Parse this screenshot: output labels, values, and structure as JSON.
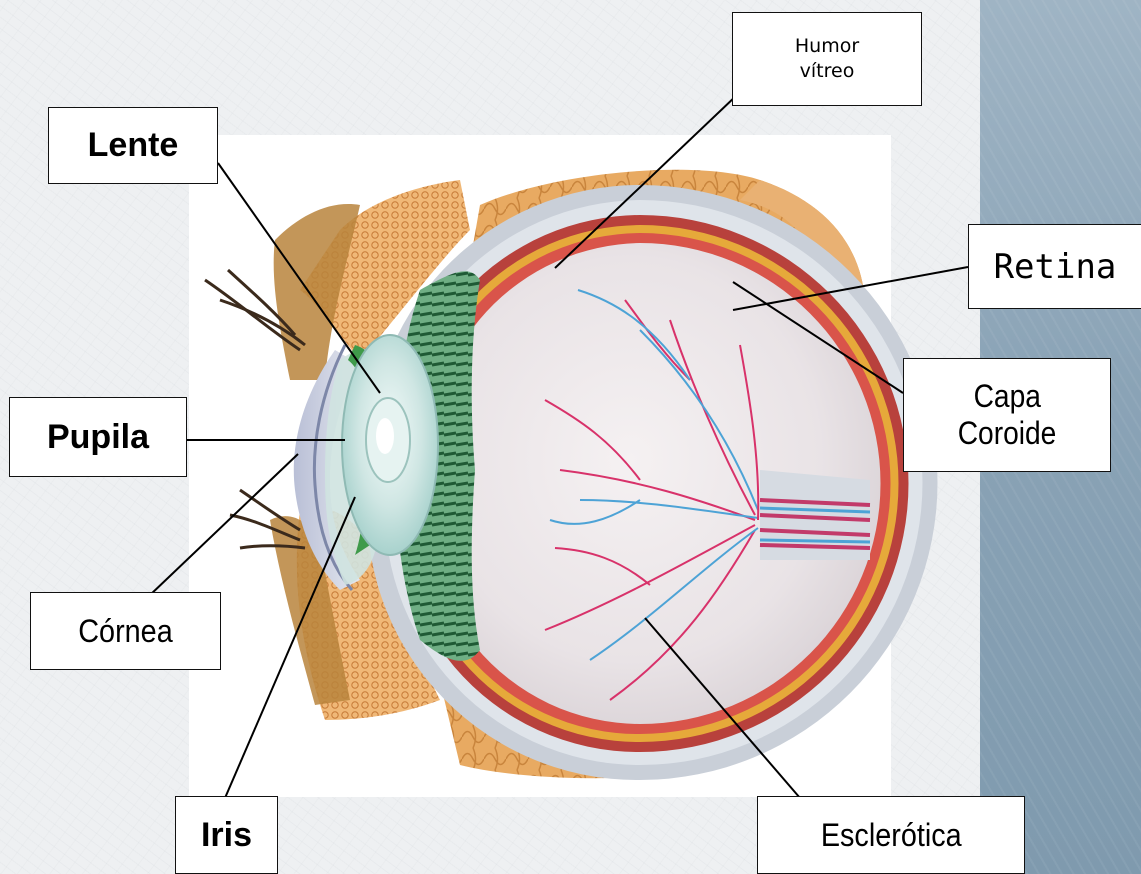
{
  "labels": {
    "humor_line1": "Humor",
    "humor_line2": "vítreo",
    "lente": "Lente",
    "retina": "Retina",
    "capa_line1": "Capa",
    "capa_line2": "Coroide",
    "pupila": "Pupila",
    "cornea": "Córnea",
    "iris": "Iris",
    "esclerotica": "Esclerótica"
  },
  "colors": {
    "sclera": "#c9cfd8",
    "choroid": "#c23a3a",
    "retina": "#e6a93a",
    "fat": "#e3a35c",
    "ciliary": "#3f8a5a",
    "vitreous": "#ece6e8",
    "artery": "#d8326a",
    "vein": "#4da3d6"
  }
}
